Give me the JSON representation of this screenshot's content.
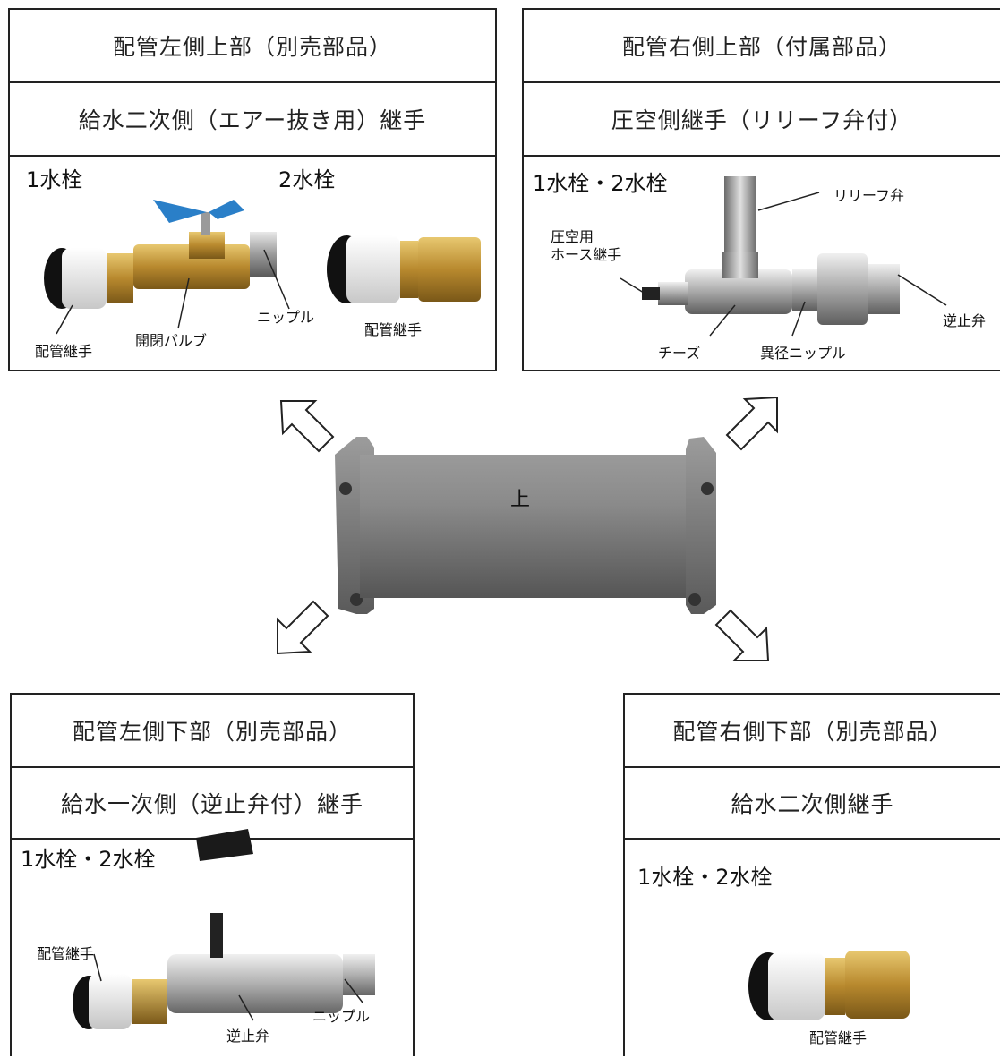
{
  "top_left": {
    "title": "配管左側上部（別売部品）",
    "subtitle": "給水二次側（エアー抜き用）継手",
    "label_1": "1水栓",
    "label_2": "2水栓",
    "callouts": {
      "pipe_joint_a": "配管継手",
      "valve": "開閉バルブ",
      "nipple": "ニップル",
      "pipe_joint_b": "配管継手"
    }
  },
  "top_right": {
    "title": "配管右側上部（付属部品）",
    "subtitle": "圧空側継手（リリーフ弁付）",
    "label": "1水栓・2水栓",
    "callouts": {
      "relief_valve": "リリーフ弁",
      "hose_joint": "圧空用\nホース継手",
      "check_valve": "逆止弁",
      "tee": "チーズ",
      "reducing_nipple": "異径ニップル"
    }
  },
  "center": {
    "top_label": "上"
  },
  "bottom_left": {
    "title": "配管左側下部（別売部品）",
    "subtitle": "給水一次側（逆止弁付）継手",
    "label": "1水栓・2水栓",
    "callouts": {
      "pipe_joint": "配管継手",
      "nipple": "ニップル",
      "check_valve": "逆止弁"
    }
  },
  "bottom_right": {
    "title": "配管右側下部（別売部品）",
    "subtitle": "給水二次側継手",
    "label": "1水栓・2水栓",
    "callouts": {
      "pipe_joint": "配管継手"
    }
  }
}
